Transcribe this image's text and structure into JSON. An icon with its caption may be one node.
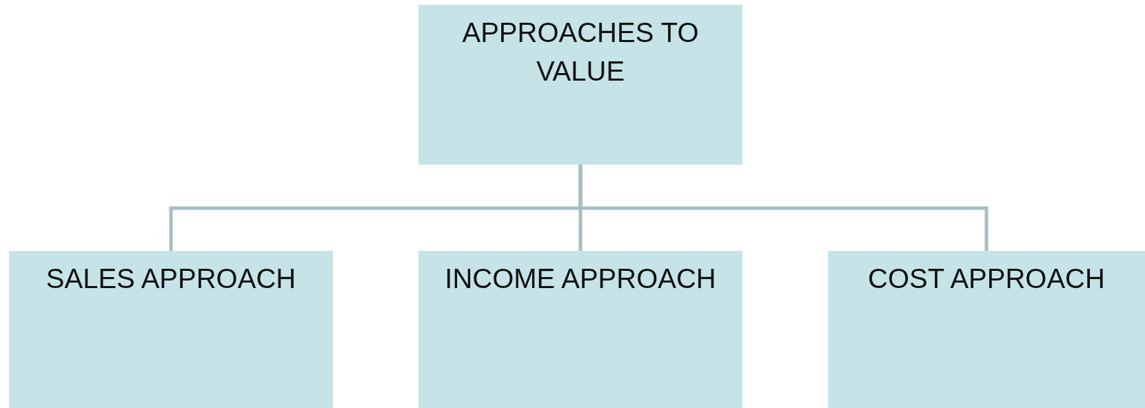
{
  "diagram": {
    "nodes": [
      {
        "text": [
          "APPROACHES TO VALUE"
        ]
      },
      {
        "text": [
          "SALES APPROACH"
        ]
      },
      {
        "text": [
          "INCOME APPROACH"
        ]
      },
      {
        "text": [
          "COST APPROACH"
        ]
      }
    ],
    "edges": [
      {
        "from": 0,
        "to": 1,
        "arrow": "none"
      },
      {
        "from": 0,
        "to": 2,
        "arrow": "none"
      },
      {
        "from": 0,
        "to": 3,
        "arrow": "none"
      }
    ]
  }
}
